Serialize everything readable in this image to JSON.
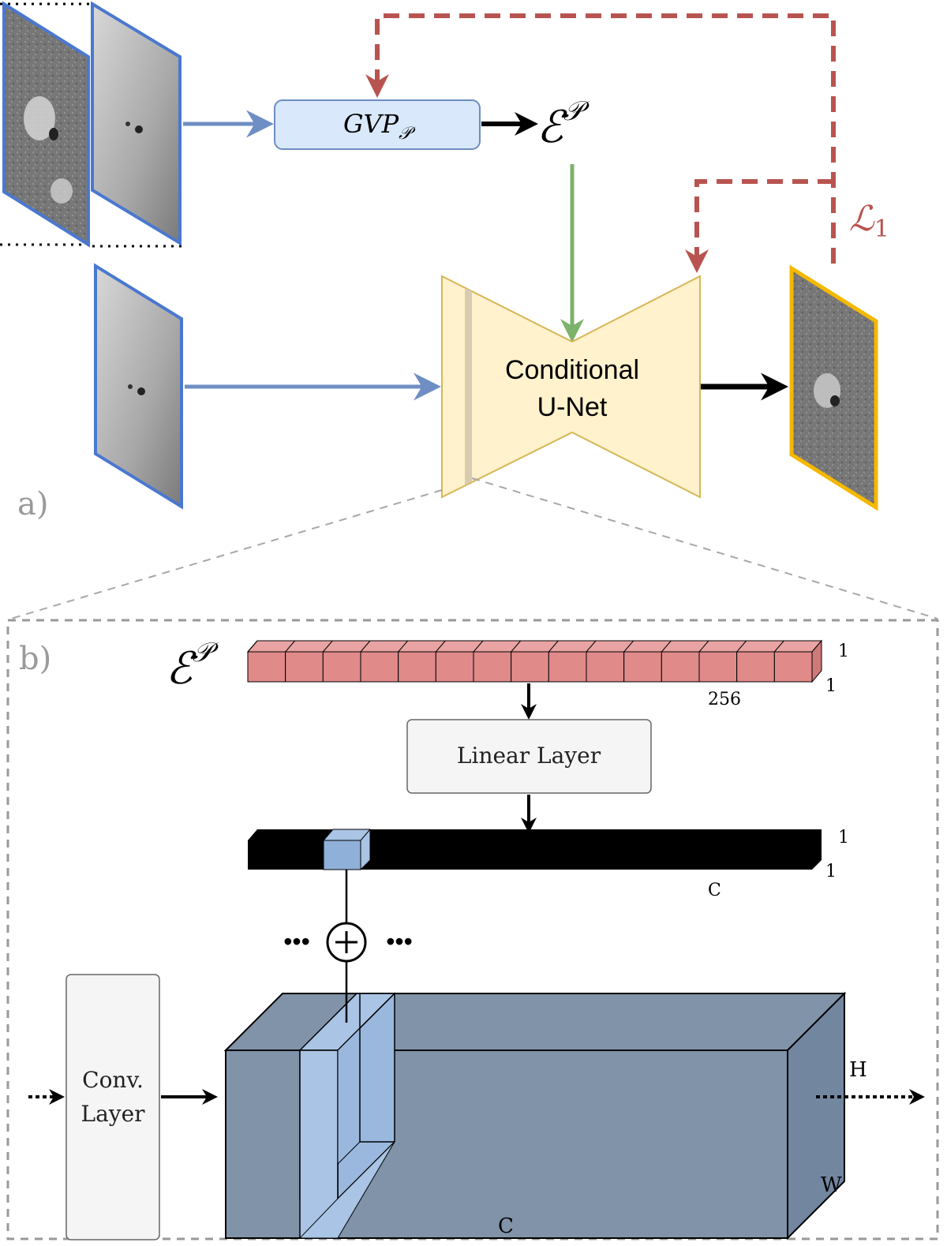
{
  "panel_a": {
    "label": "a)",
    "gvp_box": {
      "main": "GVP",
      "sub": "𝒫"
    },
    "embedding": {
      "main": "ℰ",
      "sup": "𝒫"
    },
    "unet": {
      "line1": "Conditional",
      "line2": "U-Net"
    },
    "loss": {
      "main": "ℒ",
      "sub": "1"
    }
  },
  "panel_b": {
    "label": "b)",
    "embedding": {
      "main": "ℰ",
      "sup": "𝒫"
    },
    "embedding_dims": {
      "depth": "1",
      "height": "1",
      "length": "256",
      "cells": 15
    },
    "linear_layer": "Linear Layer",
    "channel_dims": {
      "depth": "1",
      "height": "1",
      "length": "C"
    },
    "conv_layer": {
      "line1": "Conv.",
      "line2": "Layer"
    },
    "ellipsis": "•••",
    "feature_dims": {
      "height": "H",
      "width": "W",
      "channels": "C"
    }
  },
  "colors": {
    "image_border": "#4a78d0",
    "output_border": "#f5b800",
    "arrow_blue": "#6f8fc4",
    "arrow_green": "#7cb26a",
    "loss_red": "#b85450",
    "gvp_fill": "#dae8fc",
    "gvp_stroke": "#6c8ebf",
    "unet_fill": "#fff2cc",
    "unet_stroke": "#d6b656",
    "embed_fill": "#e08a8a",
    "feature_fill": "#8093a8",
    "slice_fill": "#a9c4e4",
    "panel_label": "#9a9a9a"
  },
  "icons": [
    "plus-circle-icon",
    "arrow-right-icon",
    "arrow-down-icon"
  ]
}
